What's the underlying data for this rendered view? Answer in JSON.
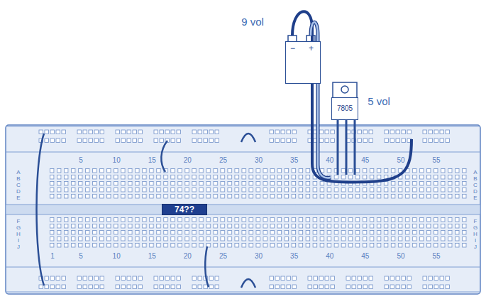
{
  "diagram": {
    "nodes": [
      {
        "text": [
          "−",
          "+"
        ]
      },
      {
        "text": [
          "7805"
        ]
      },
      {
        "text": [
          "74??"
        ]
      }
    ],
    "labels": [
      "9 vol",
      "5 vol",
      "5",
      "10",
      "15",
      "20",
      "25",
      "30",
      "35",
      "40",
      "45",
      "50",
      "55",
      "1",
      "5",
      "10",
      "15",
      "20",
      "25",
      "30",
      "35",
      "40",
      "45",
      "50",
      "55",
      "A",
      "B",
      "C",
      "D",
      "E",
      "F",
      "G",
      "H",
      "I",
      "J",
      "A",
      "B",
      "C",
      "D",
      "E",
      "F",
      "G",
      "H",
      "I",
      "J"
    ]
  }
}
